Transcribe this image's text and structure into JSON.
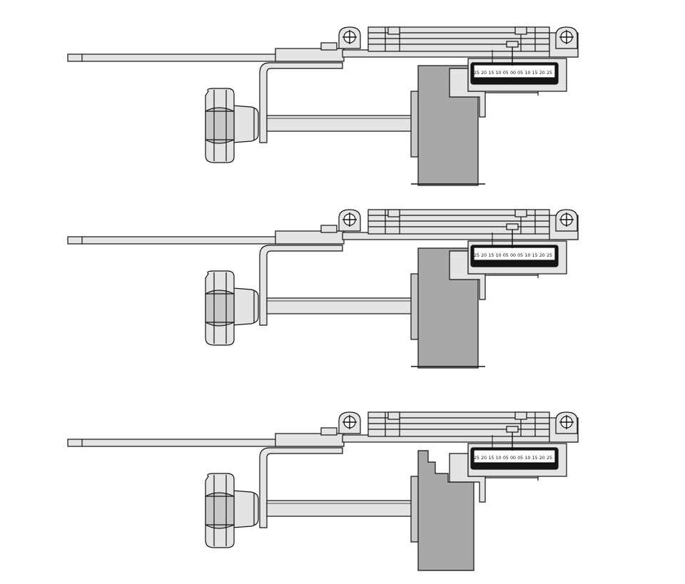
{
  "colors": {
    "background": "#ffffff",
    "outline": "#111111",
    "light_gray": "#e4e4e4",
    "mid_gray": "#c8c8c8",
    "dark_gray": "#a8a8a8",
    "window_black": "#141414",
    "window_bar": "#ffffff"
  },
  "assemblies": [
    {
      "id": "top",
      "block_variant": "straight",
      "scale": {
        "labels": [
          "25",
          "20",
          "15",
          "10",
          "05",
          "00",
          "05",
          "10",
          "15",
          "20",
          "25"
        ]
      }
    },
    {
      "id": "middle",
      "block_variant": "straight",
      "scale": {
        "labels": [
          "25",
          "20",
          "15",
          "10",
          "05",
          "00",
          "05",
          "10",
          "15",
          "20",
          "25"
        ]
      }
    },
    {
      "id": "bottom",
      "block_variant": "notched",
      "scale": {
        "labels": [
          "25",
          "20",
          "15",
          "10",
          "05",
          "00",
          "05",
          "10",
          "15",
          "20",
          "25"
        ]
      }
    }
  ],
  "icons": {
    "screw": "crosshair-screw-icon",
    "knob": "clamp-knob-icon"
  }
}
